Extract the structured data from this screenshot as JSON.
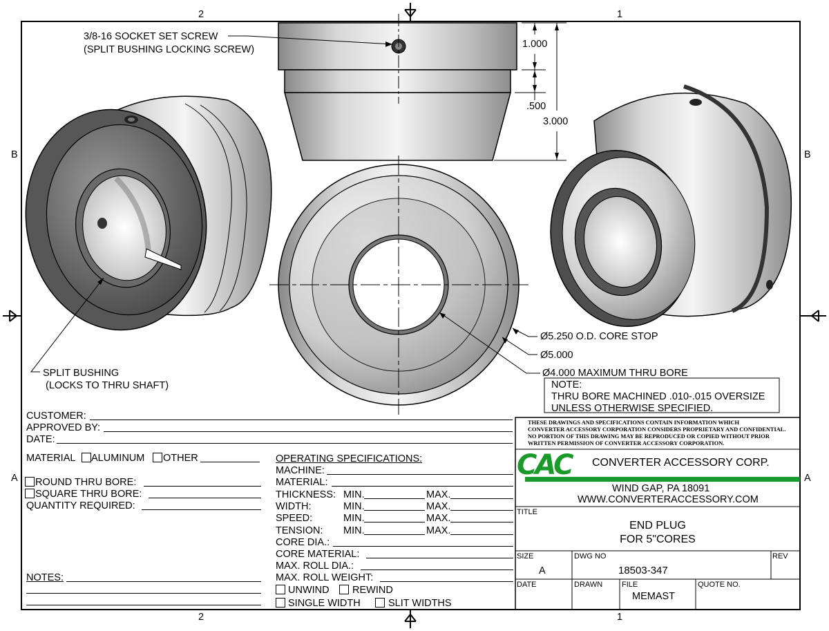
{
  "zones": {
    "top_left": "2",
    "top_right": "1",
    "bottom_left": "2",
    "bottom_right": "1",
    "left_upper": "B",
    "left_lower": "A",
    "right_upper": "B",
    "right_lower": "A"
  },
  "callouts": {
    "set_screw_line1": "3/8-16 SOCKET SET SCREW",
    "set_screw_line2": "(SPLIT BUSHING LOCKING SCREW)",
    "split_bushing_line1": "SPLIT BUSHING",
    "split_bushing_line2": "(LOCKS TO THRU SHAFT)",
    "od_core_stop": "Ø5.250 O.D. CORE STOP",
    "dia_5000": "Ø5.000",
    "thru_bore": "Ø4.000 MAXIMUM THRU BORE"
  },
  "dimensions": {
    "d1": "1.000",
    "d2": ".500",
    "d3": "3.000"
  },
  "note": {
    "title": "NOTE:",
    "line1": "THRU BORE MACHINED .010-.015 OVERSIZE",
    "line2": "UNLESS OTHERWISE SPECIFIED."
  },
  "customer_block": {
    "customer": "CUSTOMER:",
    "approved_by": "APPROVED BY:",
    "date": "DATE:"
  },
  "material": {
    "label": "MATERIAL",
    "aluminum": "ALUMINUM",
    "other": "OTHER"
  },
  "bore": {
    "round": "ROUND THRU BORE:",
    "square": "SQUARE THRU BORE:",
    "quantity": "QUANTITY REQUIRED:"
  },
  "notes_label": "NOTES:",
  "operating": {
    "heading": "OPERATING SPECIFICATIONS:",
    "machine": "MACHINE:",
    "material": "MATERIAL:",
    "thickness": "THICKNESS:",
    "width": "WIDTH:",
    "speed": "SPEED:",
    "tension": "TENSION:",
    "min": "MIN.",
    "max": "MAX.",
    "core_dia": "CORE DIA.:",
    "core_material": "CORE MATERIAL:",
    "max_roll_dia": "MAX. ROLL DIA.:",
    "max_roll_weight": "MAX. ROLL WEIGHT:",
    "unwind": "UNWIND",
    "rewind": "REWIND",
    "single_width": "SINGLE WIDTH",
    "slit_widths": "SLIT WIDTHS"
  },
  "proprietary": {
    "line1": "THESE DRAWINGS AND SPECIFICATIONS CONTAIN INFORMATION WHICH",
    "line2": "CONVERTER ACCESSORY CORPORATION CONSIDERS PROPRIETARY AND CONFIDENTIAL.",
    "line3": "NO PORTION OF THIS DRAWING MAY BE REPRODUCED OR COPIED WITHOUT PRIOR",
    "line4": "WRITTEN PERMISSION OF CONVERTER ACCESSORY CORPORATION."
  },
  "company": {
    "logo": "CAC",
    "name": "CONVERTER ACCESSORY CORP.",
    "city": "WIND GAP, PA 18091",
    "web": "WWW.CONVERTERACCESSORY.COM",
    "brand_color": "#1a9a2a"
  },
  "title_block": {
    "title_label": "TITLE",
    "title_line1": "END PLUG",
    "title_line2": "FOR 5\"CORES",
    "size_label": "SIZE",
    "size": "A",
    "dwg_label": "DWG NO",
    "dwg_no": "18503-347",
    "rev_label": "REV",
    "date_label": "DATE",
    "drawn_label": "DRAWN",
    "file_label": "FILE",
    "file": "MEMAST",
    "quote_label": "QUOTE NO."
  }
}
